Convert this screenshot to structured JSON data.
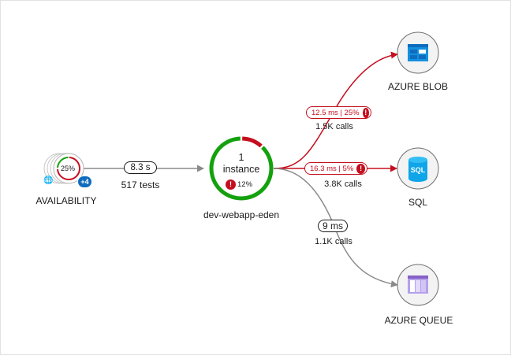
{
  "availability": {
    "label": "AVAILABILITY",
    "percent": "25%",
    "success_fraction": 0.25,
    "more_badge": "+4",
    "icon": "globe-icon"
  },
  "edge_availability": {
    "duration": "8.3 s",
    "count": "517 tests",
    "status": "ok"
  },
  "app": {
    "name": "dev-webapp-eden",
    "count": "1",
    "unit": "instance",
    "failure_percent": "12%",
    "failure_fraction": 0.12,
    "error_icon": "!",
    "colors": {
      "healthy": "#13a10e",
      "failed": "#c50f1f"
    }
  },
  "dependencies": [
    {
      "name": "AZURE BLOB",
      "icon": "storage-blob-icon",
      "edge": {
        "metric": "12.5 ms | 25%",
        "calls": "1.5K calls",
        "status": "error",
        "error_icon": "!"
      }
    },
    {
      "name": "SQL",
      "icon": "sql-database-icon",
      "icon_text": "SQL",
      "edge": {
        "metric": "16.3 ms | 5%",
        "calls": "3.8K calls",
        "status": "error",
        "error_icon": "!"
      }
    },
    {
      "name": "AZURE QUEUE",
      "icon": "storage-queue-icon",
      "edge": {
        "metric": "9 ms",
        "calls": "1.1K calls",
        "status": "ok"
      }
    }
  ],
  "colors": {
    "error": "#c50f1f",
    "neutral_edge": "#8a8a8a",
    "node_fill": "#f3f3f3",
    "node_border": "#6e6e6e",
    "blob": "#1490df",
    "sql": "#0ea5e9",
    "queue": "#8661c5"
  }
}
